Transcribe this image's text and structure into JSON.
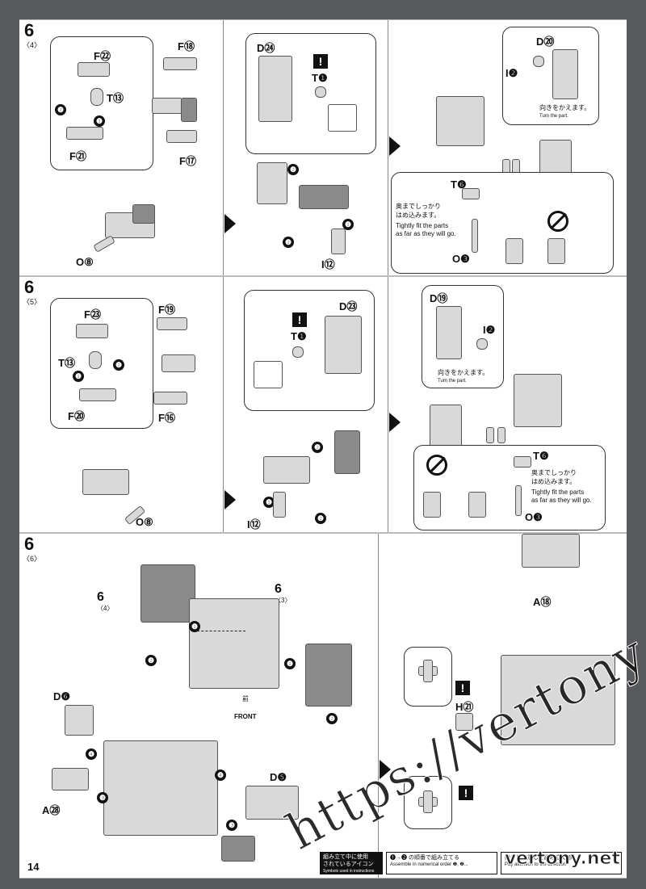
{
  "page_number": "14",
  "steps": [
    {
      "num": "6",
      "sub": "〈4〉"
    },
    {
      "num": "6",
      "sub": "〈5〉"
    },
    {
      "num": "6",
      "sub": "〈6〉"
    }
  ],
  "row1": {
    "parts": [
      "F㉒",
      "F⑱",
      "T⑬",
      "F㉑",
      "F⑰",
      "O⑧",
      "D㉔",
      "T❶",
      "I⑫",
      "D⑳",
      "I❷",
      "T❻",
      "O❸"
    ],
    "turn_jp": "向きをかえます。",
    "turn_en": "Turn the part.",
    "fit_jp_1": "奥までしっかり",
    "fit_jp_2": "はめ込みます。",
    "fit_en_1": "Tightly fit the parts",
    "fit_en_2": "as far as they will go.",
    "bang": "!"
  },
  "row2": {
    "parts": [
      "F㉓",
      "F⑲",
      "T⑬",
      "F⑳",
      "F⑯",
      "O⑧",
      "D㉓",
      "T❶",
      "I⑫",
      "D⑲",
      "I❷",
      "T❻",
      "O❸"
    ],
    "turn_jp": "向きをかえます。",
    "turn_en": "Turn the part.",
    "fit_jp_1": "奥までしっかり",
    "fit_jp_2": "はめ込みます。",
    "fit_en_1": "Tightly fit the parts",
    "fit_en_2": "as far as they will go.",
    "bang": "!"
  },
  "row3": {
    "parts": [
      "D❻",
      "A㉘",
      "D❺",
      "A⑱",
      "H㉑"
    ],
    "ref_a": "6",
    "ref_a_sub": "〈4〉",
    "ref_b": "6",
    "ref_b_sub": "〈3〉",
    "front": "FRONT",
    "front_jp": "前",
    "bang": "!"
  },
  "legend": {
    "title_jp_1": "組み立て中に使用",
    "title_jp_2": "されているアイコン",
    "title_en": "Symbols used in instructions",
    "order_jp": "❶→❷ の順番で組み立てる",
    "order_en": "Assemble in numerical order ❶, ❷...",
    "attention_jp": "向きに注意して組み立てる",
    "attention_en": "Pay attention to the direction"
  },
  "step_markers": [
    "❶",
    "❷",
    "❸",
    "❹"
  ],
  "watermark": "https://vertony.net",
  "brand": "vertony.net"
}
